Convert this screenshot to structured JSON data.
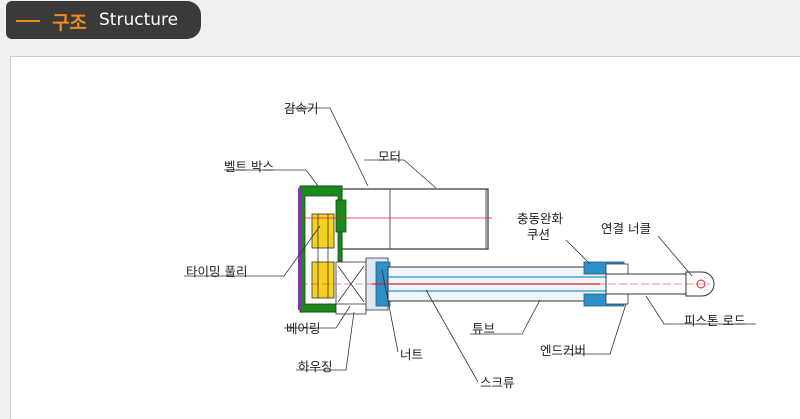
{
  "header": {
    "title_ko": "구조",
    "title_en": "Structure",
    "accent_color": "#f08a1c",
    "bg_color": "#3a3a3a"
  },
  "diagram": {
    "labels": {
      "reducer": "감속기",
      "belt_box": "벨트 박스",
      "motor": "모터",
      "cushion_line1": "충동완화",
      "cushion_line2": "쿠션",
      "connector": "연결 너클",
      "timing_pulley": "타이밍 풀리",
      "tube": "튜브",
      "piston_rod": "피스톤 로드",
      "bearing": "베어링",
      "end_cover": "엔드커버",
      "housing": "하우징",
      "nut": "너트",
      "screw": "스크류"
    }
  }
}
